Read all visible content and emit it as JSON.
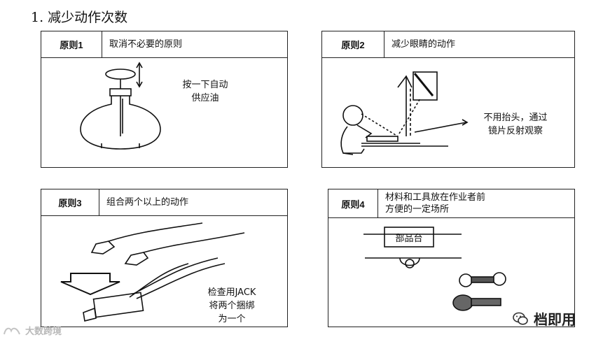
{
  "heading": "1. 减少动作次数",
  "panels": [
    {
      "label": "原则1",
      "title": "取消不必要的原则",
      "note_lines": [
        "按一下自动",
        "供应油"
      ]
    },
    {
      "label": "原则2",
      "title": "减少眼睛的动作",
      "note_lines": [
        "不用抬头，通过",
        "镜片反射观察"
      ]
    },
    {
      "label": "原则3",
      "title": "组合两个以上的动作",
      "note_lines": [
        "检查用JACK",
        "将两个捆绑",
        "为一个"
      ]
    },
    {
      "label": "原则4",
      "title_lines": [
        "材料和工具放在作业者前",
        "方便的一定场所"
      ],
      "bench_label": "部品台"
    }
  ],
  "watermarks": {
    "left": "大数跨境",
    "right": "档即用"
  }
}
